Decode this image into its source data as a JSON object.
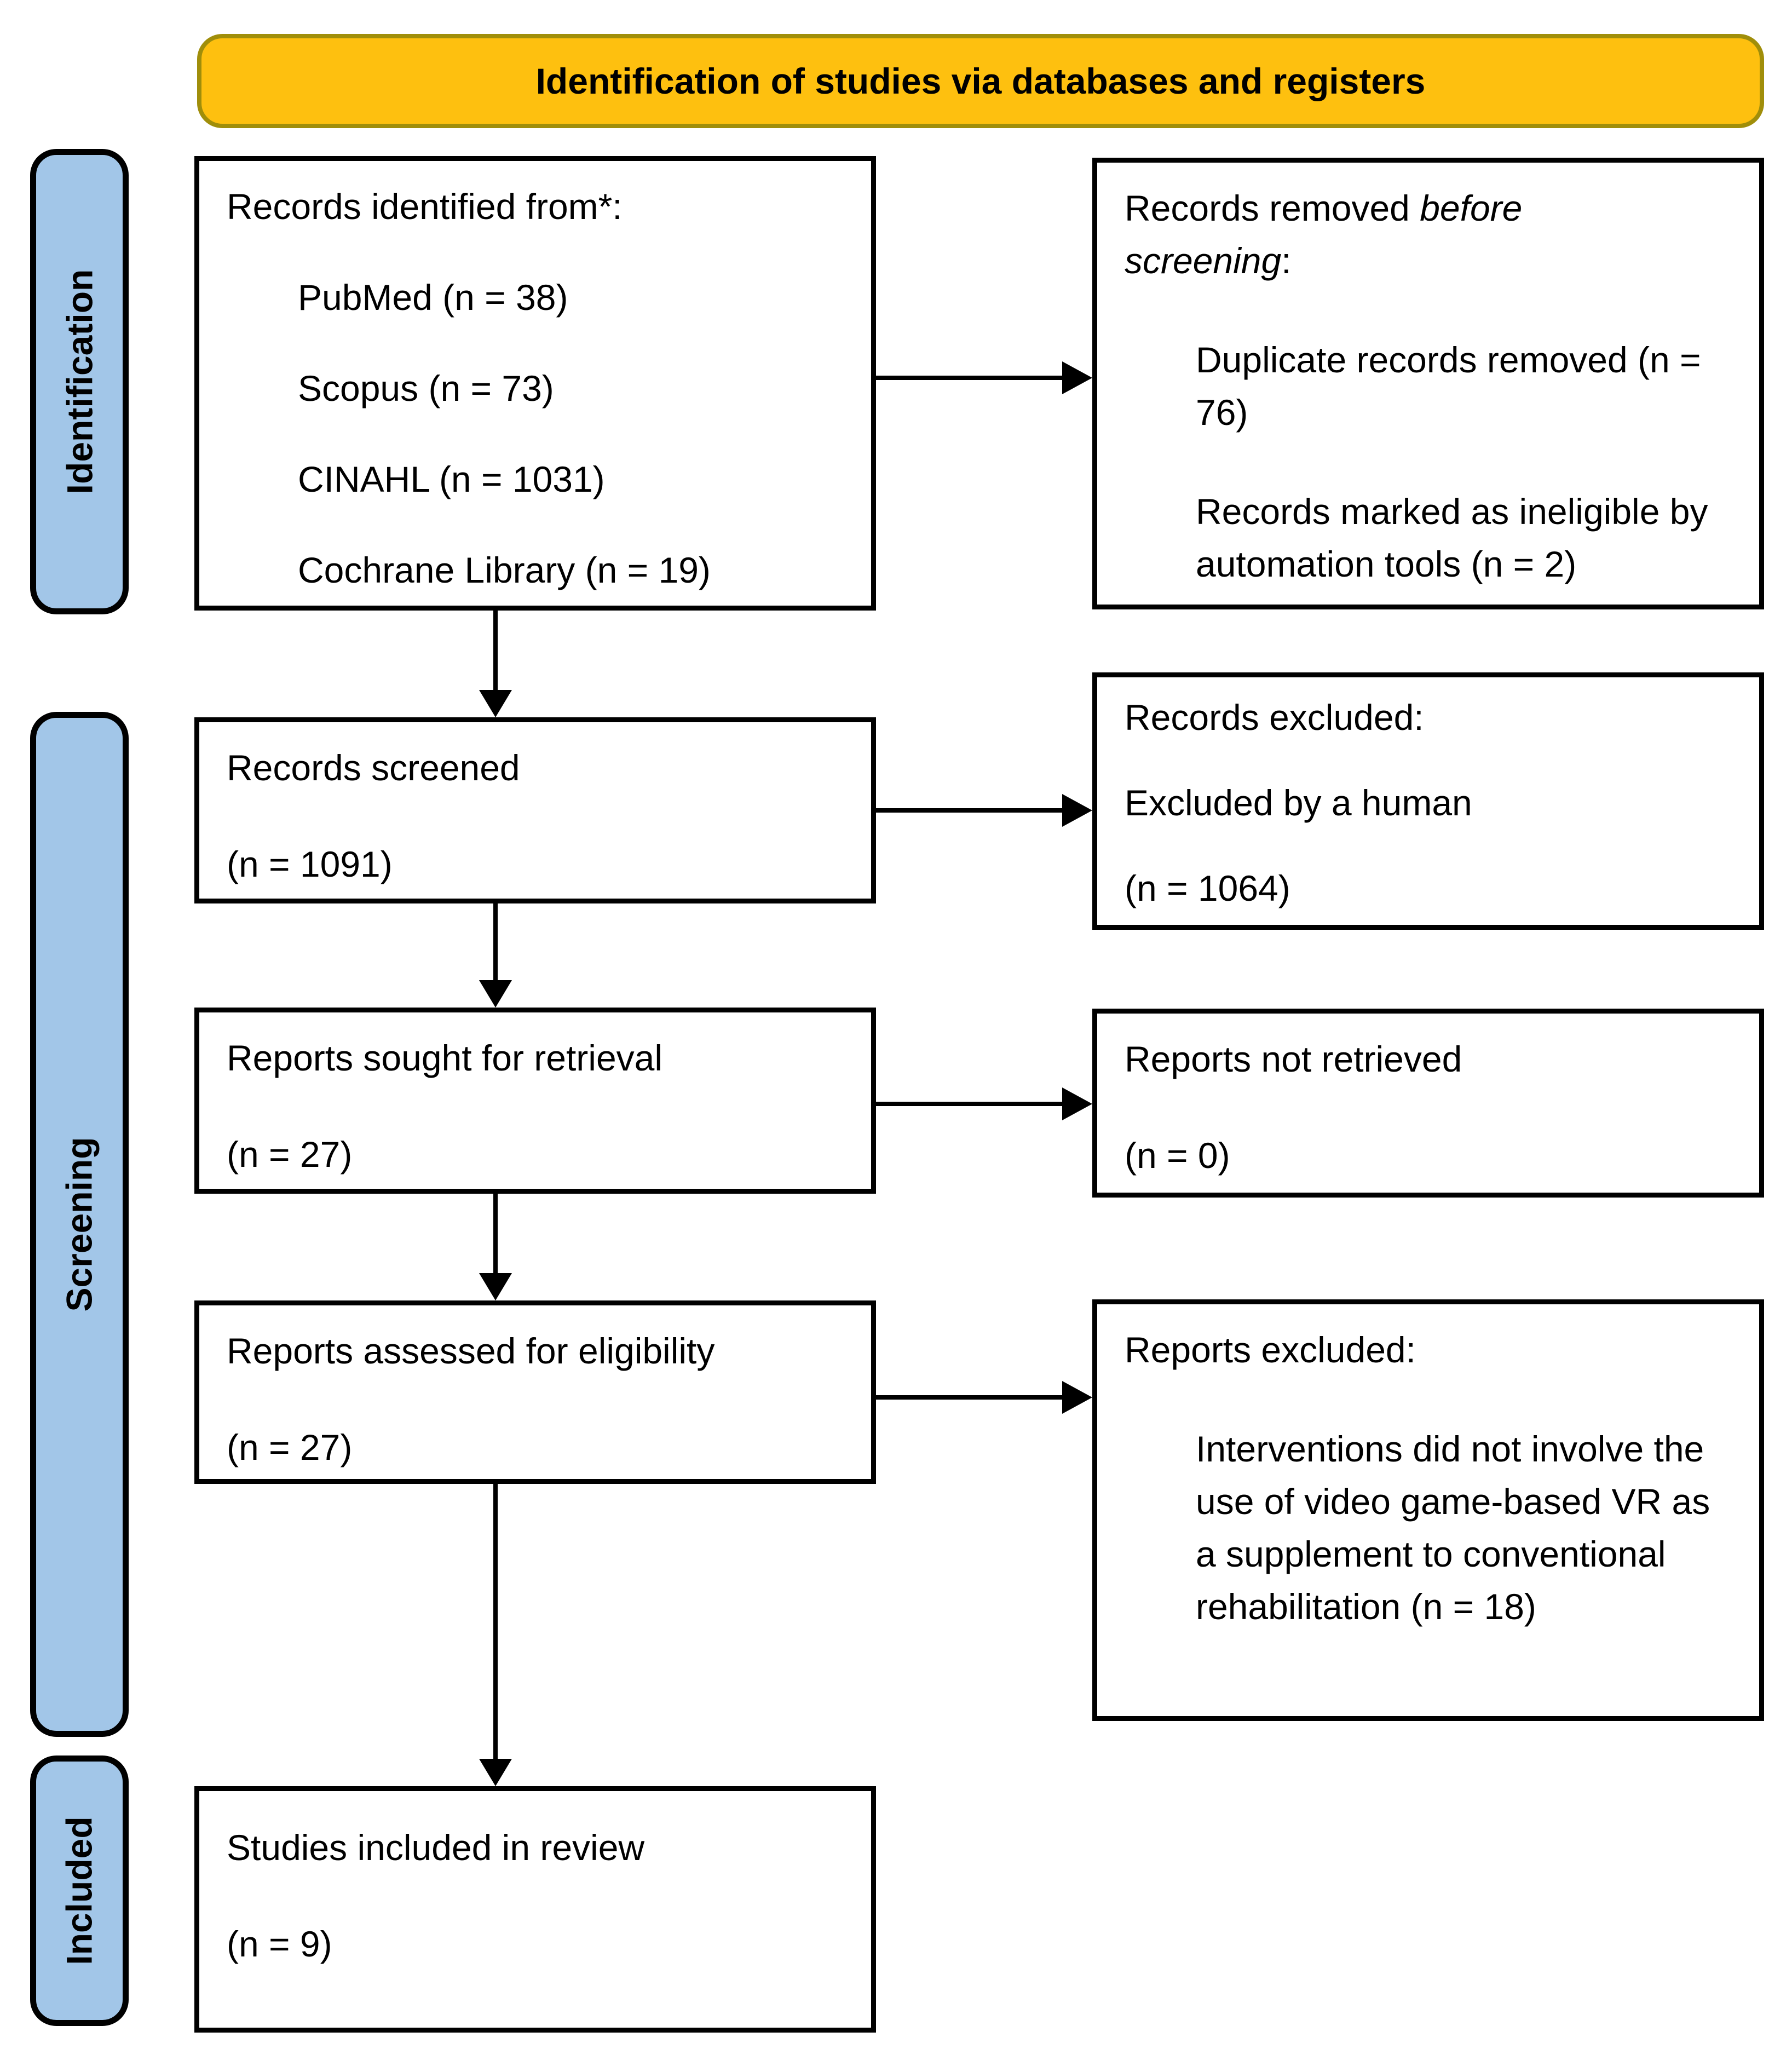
{
  "title": "Identification of studies via databases and registers",
  "colors": {
    "banner_fill": "#FEC00F",
    "banner_border": "#A08E0A",
    "stage_fill": "#A2C6E8",
    "box_border": "#000000"
  },
  "sidebar": {
    "identification": "Identification",
    "screening": "Screening",
    "included": "Included"
  },
  "boxes": {
    "identified": {
      "heading": "Records identified from*:",
      "items": [
        "PubMed (n = 38)",
        "Scopus (n = 73)",
        "CINAHL (n = 1031)",
        "Cochrane Library (n = 19)"
      ]
    },
    "removed": {
      "heading_prefix": "Records removed ",
      "heading_italic": "before screening",
      "heading_suffix": ":",
      "items": [
        "Duplicate records removed (n = 76)",
        "Records marked as ineligible by automation tools (n = 2)"
      ]
    },
    "screened": {
      "lines": [
        "Records screened",
        "(n = 1091)"
      ]
    },
    "records_excluded": {
      "lines": [
        "Records excluded:",
        "Excluded by a human",
        "(n = 1064)"
      ]
    },
    "sought": {
      "lines": [
        "Reports sought for retrieval",
        "(n = 27)"
      ]
    },
    "not_retrieved": {
      "lines": [
        "Reports not retrieved",
        "(n = 0)"
      ]
    },
    "assessed": {
      "lines": [
        "Reports assessed for eligibility",
        "(n = 27)"
      ]
    },
    "reports_excluded": {
      "heading": "Reports excluded:",
      "items": [
        "Interventions did not involve the use of video game-based VR as a supplement to conventional rehabilitation (n = 18)"
      ]
    },
    "included_review": {
      "lines": [
        "Studies included in review",
        "(n = 9)"
      ]
    }
  }
}
